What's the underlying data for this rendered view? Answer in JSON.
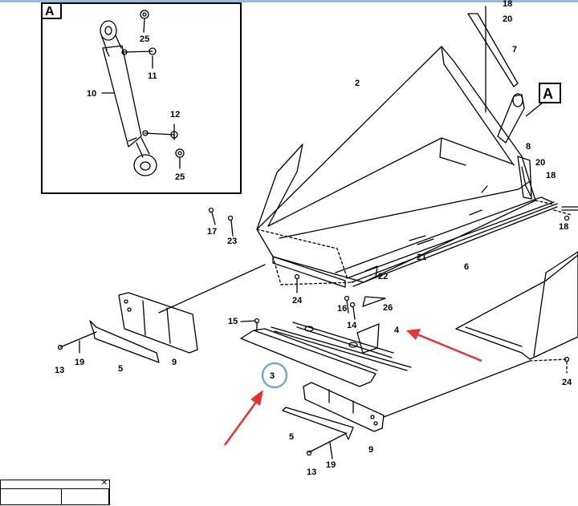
{
  "inset": {
    "label": "A",
    "callouts": [
      "25",
      "11",
      "10",
      "12",
      "25"
    ]
  },
  "view_label": "A",
  "callouts": [
    "18",
    "20",
    "7",
    "2",
    "8",
    "20",
    "18",
    "18",
    "17",
    "23",
    "21",
    "6",
    "22",
    "24",
    "16",
    "26",
    "14",
    "15",
    "4",
    "3",
    "13",
    "19",
    "5",
    "9",
    "24",
    "5",
    "9",
    "19",
    "13"
  ],
  "highlight": {
    "part": "3",
    "color": "#7ba7d6"
  },
  "arrow_color": "#e63232",
  "bottom_window": {
    "close_glyph": "✕"
  }
}
